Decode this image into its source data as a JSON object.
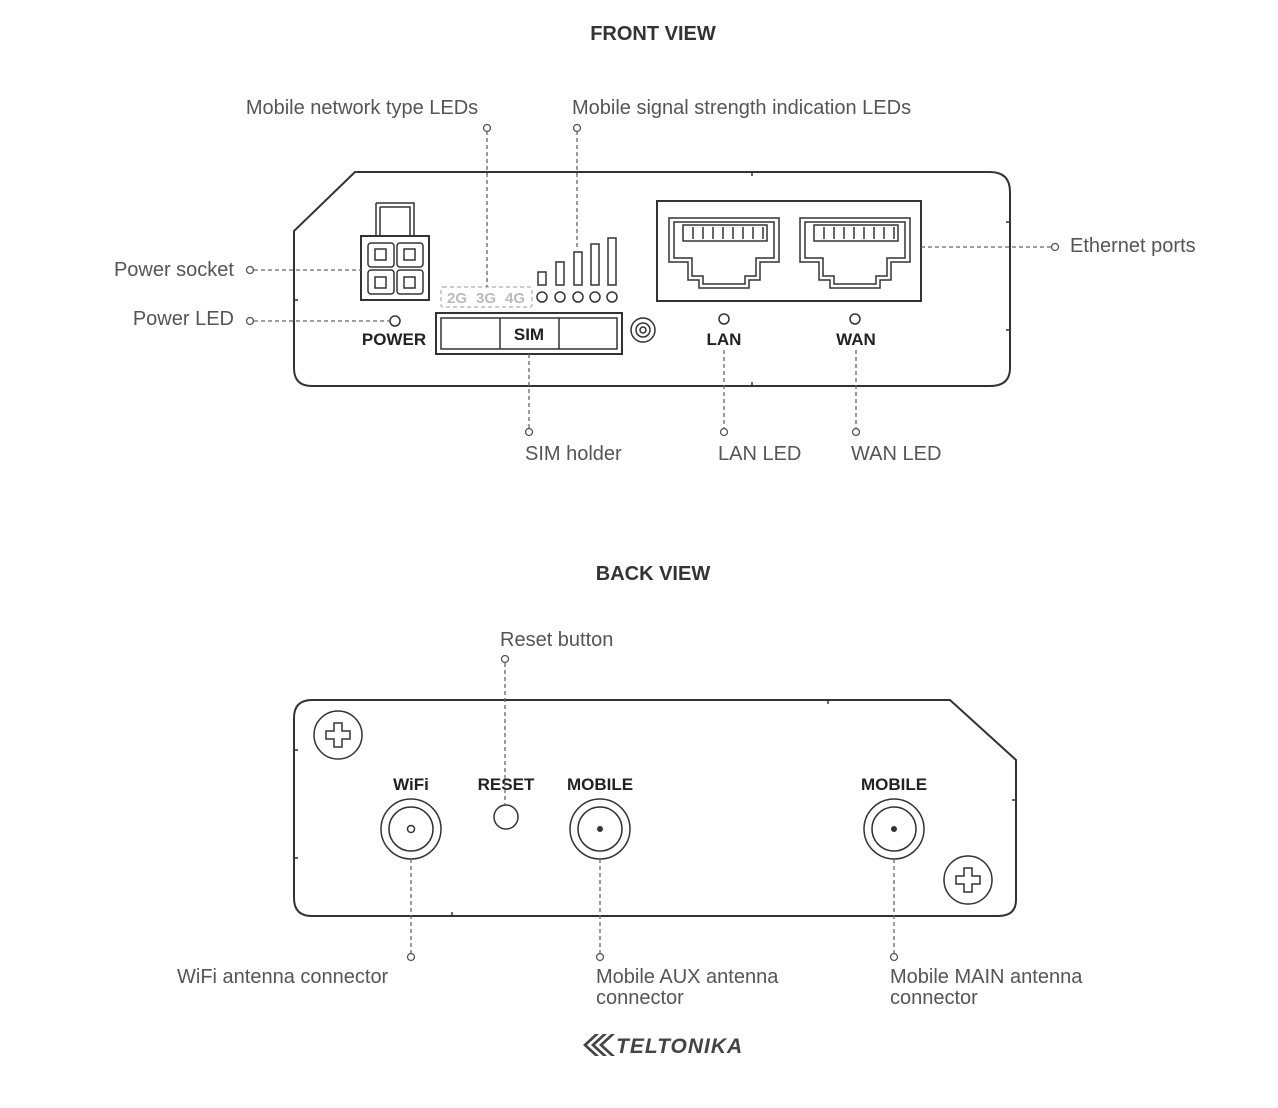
{
  "front": {
    "title": "FRONT VIEW",
    "callouts": {
      "network_type_leds": "Mobile network type LEDs",
      "signal_leds": "Mobile signal strength indication LEDs",
      "power_socket": "Power socket",
      "power_led": "Power LED",
      "ethernet_ports": "Ethernet ports",
      "sim_holder": "SIM holder",
      "lan_led": "LAN LED",
      "wan_led": "WAN LED"
    },
    "panel_labels": {
      "power": "POWER",
      "sim": "SIM",
      "lan": "LAN",
      "wan": "WAN",
      "net_2g": "2G",
      "net_3g": "3G",
      "net_4g": "4G"
    }
  },
  "back": {
    "title": "BACK VIEW",
    "callouts": {
      "reset_button": "Reset button",
      "wifi_connector": "WiFi antenna connector",
      "aux_connector_line1": "Mobile AUX antenna",
      "aux_connector_line2": "connector",
      "main_connector_line1": "Mobile MAIN antenna",
      "main_connector_line2": "connector"
    },
    "panel_labels": {
      "wifi": "WiFi",
      "reset": "RESET",
      "mobile_aux": "MOBILE",
      "mobile_main": "MOBILE"
    }
  },
  "logo": "TELTONIKA"
}
